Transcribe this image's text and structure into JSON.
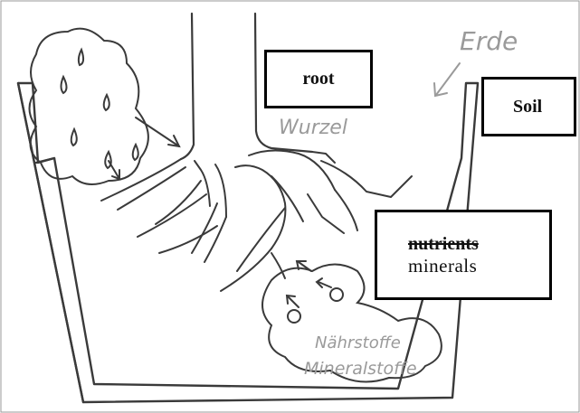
{
  "labels": {
    "root": "root",
    "soil": "Soil",
    "nutrients_struck": "nutrients",
    "minerals": "minerals"
  },
  "handwritten": {
    "erde": "Erde",
    "wurzel": "Wurzel",
    "naehrstoffe": "Nährstoffe",
    "mineralstoffe": "Mineralstoffe"
  },
  "colors": {
    "sketch": "#3a3a3a",
    "handwriting": "#9a9a9a",
    "box_border": "#000000"
  }
}
